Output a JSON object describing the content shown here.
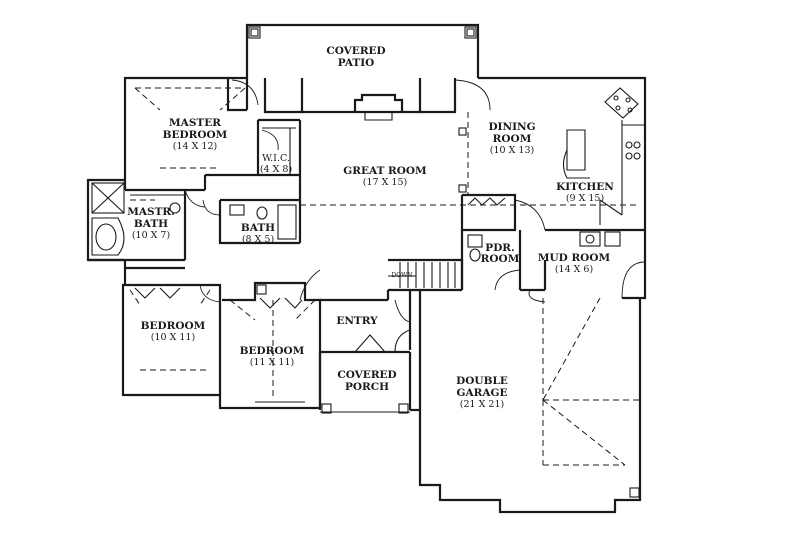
{
  "rooms": {
    "covered_patio": {
      "line1": "COVERED",
      "line2": "PATIO"
    },
    "master_bedroom": {
      "line1": "MASTER",
      "line2": "BEDROOM",
      "dims": "(14 X 12)"
    },
    "wic": {
      "name": "W.I.C.",
      "dims": "(4 X 8)"
    },
    "great_room": {
      "name": "GREAT ROOM",
      "dims": "(17 X 15)"
    },
    "dining_room": {
      "line1": "DINING",
      "line2": "ROOM",
      "dims": "(10 X 13)"
    },
    "kitchen": {
      "name": "KITCHEN",
      "dims": "(9 X 15)"
    },
    "master_bath": {
      "line1": "MASTR.",
      "line2": "BATH",
      "dims": "(10 X 7)"
    },
    "bath": {
      "name": "BATH",
      "dims": "(8 X 5)"
    },
    "pdr_room": {
      "line1": "PDR.",
      "line2": "ROOM"
    },
    "mud_room": {
      "name": "MUD ROOM",
      "dims": "(14 X 6)"
    },
    "bedroom_1": {
      "name": "BEDROOM",
      "dims": "(10 X 11)"
    },
    "bedroom_2": {
      "name": "BEDROOM",
      "dims": "(11 X 11)"
    },
    "entry": {
      "name": "ENTRY"
    },
    "covered_porch": {
      "line1": "COVERED",
      "line2": "PORCH"
    },
    "double_garage": {
      "line1": "DOUBLE",
      "line2": "GARAGE",
      "dims": "(21 X 21)"
    }
  },
  "stair_label": "DOWN"
}
